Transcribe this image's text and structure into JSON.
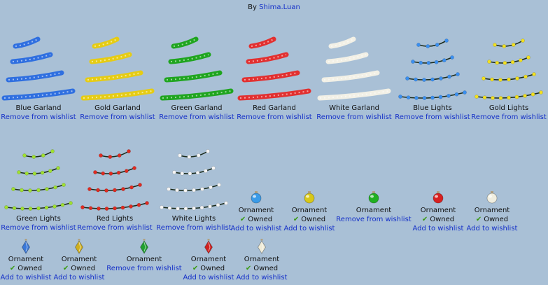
{
  "header": {
    "prefix": "By ",
    "author": "Shima.Luan"
  },
  "items": [
    {
      "name": "Blue Garland",
      "action": "Remove from wishlist",
      "owned": "",
      "icon": "garland",
      "color": "#2f6fe0"
    },
    {
      "name": "Gold Garland",
      "action": "Remove from wishlist",
      "owned": "",
      "icon": "garland",
      "color": "#e6cc14"
    },
    {
      "name": "Green Garland",
      "action": "Remove from wishlist",
      "owned": "",
      "icon": "garland",
      "color": "#1fa51f"
    },
    {
      "name": "Red Garland",
      "action": "Remove from wishlist",
      "owned": "",
      "icon": "garland",
      "color": "#e23030"
    },
    {
      "name": "White Garland",
      "action": "Remove from wishlist",
      "owned": "",
      "icon": "garland",
      "color": "#f2f0e6"
    },
    {
      "name": "Blue Lights",
      "action": "Remove from wishlist",
      "owned": "",
      "icon": "lights",
      "color": "#3a8ff0"
    },
    {
      "name": "Gold Lights",
      "action": "Remove from wishlist",
      "owned": "",
      "icon": "lights",
      "color": "#f2e020"
    },
    {
      "name": "Green Lights",
      "action": "Remove from wishlist",
      "owned": "",
      "icon": "lights",
      "color": "#9fe030"
    },
    {
      "name": "Red Lights",
      "action": "Remove from wishlist",
      "owned": "",
      "icon": "lights",
      "color": "#e02a20"
    },
    {
      "name": "White Lights",
      "action": "Remove from wishlist",
      "owned": "",
      "icon": "lights",
      "color": "#f4f4f4"
    },
    {
      "name": "Ornament",
      "action": "Add to wishlist",
      "owned": "Owned",
      "icon": "ball",
      "color": "#3a9be8"
    },
    {
      "name": "Ornament",
      "action": "Add to wishlist",
      "owned": "Owned",
      "icon": "ball",
      "color": "#d8c818"
    },
    {
      "name": "Ornament",
      "action": "Remove from wishlist",
      "owned": "",
      "icon": "ball",
      "color": "#20b020"
    },
    {
      "name": "Ornament",
      "action": "Add to wishlist",
      "owned": "Owned",
      "icon": "ball",
      "color": "#d82020"
    },
    {
      "name": "Ornament",
      "action": "Add to wishlist",
      "owned": "Owned",
      "icon": "ball",
      "color": "#f0eee0"
    },
    {
      "name": "Ornament",
      "action": "Add to wishlist",
      "owned": "Owned",
      "icon": "drop",
      "color": "#3a78d8"
    },
    {
      "name": "Ornament",
      "action": "Add to wishlist",
      "owned": "Owned",
      "icon": "drop",
      "color": "#d0b020"
    },
    {
      "name": "Ornament",
      "action": "Remove from wishlist",
      "owned": "",
      "icon": "drop",
      "color": "#20a030"
    },
    {
      "name": "Ornament",
      "action": "Add to wishlist",
      "owned": "Owned",
      "icon": "drop",
      "color": "#d02020"
    },
    {
      "name": "Ornament",
      "action": "Add to wishlist",
      "owned": "Owned",
      "icon": "drop",
      "color": "#f0ecd8"
    }
  ]
}
